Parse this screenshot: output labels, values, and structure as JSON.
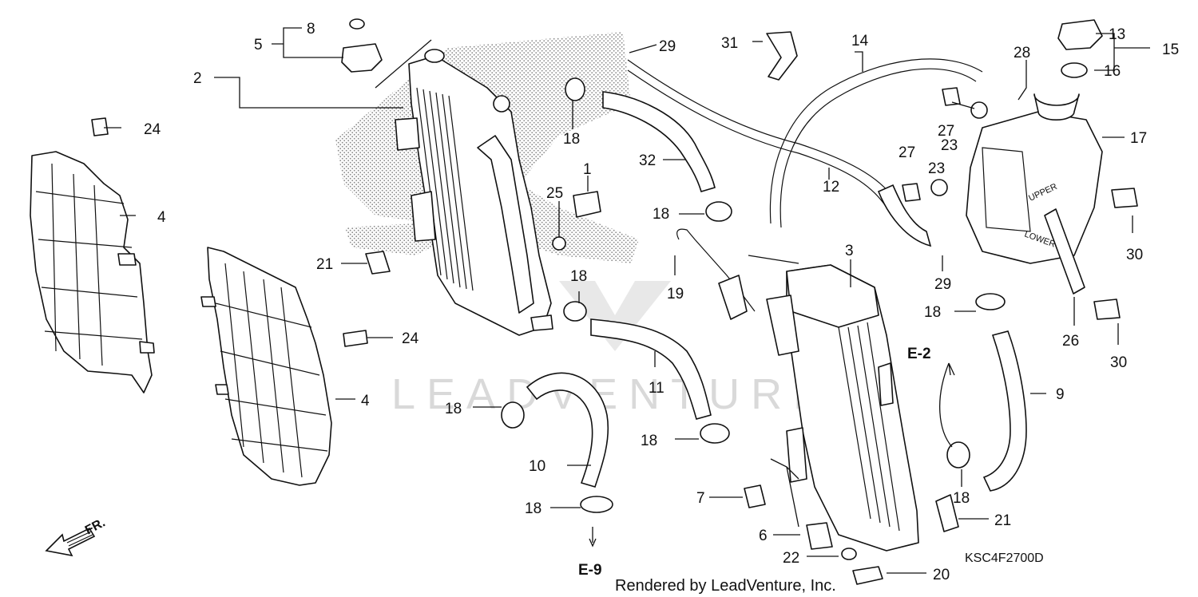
{
  "labels": {
    "p1": "1",
    "p2": "2",
    "p3": "3",
    "p4a": "4",
    "p4b": "4",
    "p5": "5",
    "p6": "6",
    "p7": "7",
    "p8": "8",
    "p9": "9",
    "p10": "10",
    "p11": "11",
    "p12": "12",
    "p13": "13",
    "p14": "14",
    "p15": "15",
    "p16": "16",
    "p17": "17",
    "p18a": "18",
    "p18b": "18",
    "p18c": "18",
    "p18d": "18",
    "p18e": "18",
    "p18f": "18",
    "p18g": "18",
    "p18h": "18",
    "p19": "19",
    "p20": "20",
    "p21a": "21",
    "p21b": "21",
    "p22": "22",
    "p23a": "23",
    "p23b": "23",
    "p24a": "24",
    "p24b": "24",
    "p25": "25",
    "p26": "26",
    "p27a": "27",
    "p27b": "27",
    "p28": "28",
    "p29a": "29",
    "p29b": "29",
    "p30a": "30",
    "p30b": "30",
    "p31": "31",
    "p32": "32"
  },
  "refs": {
    "e2": "E-2",
    "e9": "E-9"
  },
  "front": "FR.",
  "tank_upper": "UPPER",
  "tank_lower": "LOWER",
  "diagram_code": "KSC4F2700D",
  "credit": "Rendered by LeadVenture, Inc.",
  "watermark": "LEADVENTURE",
  "icons": [
    "front-arrow-icon",
    "leadventure-logo-icon"
  ]
}
